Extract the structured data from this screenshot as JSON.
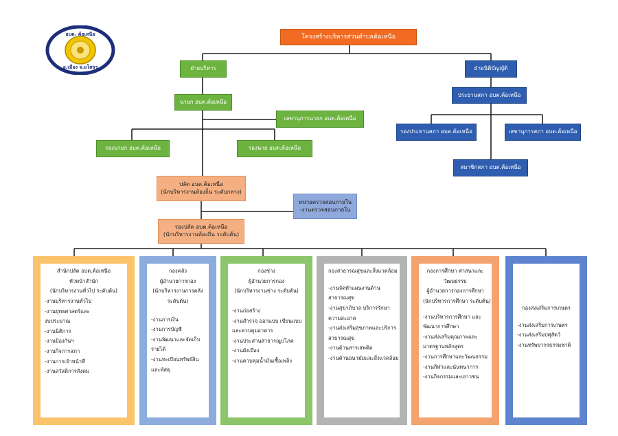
{
  "title": "โครงสร้างบริหารส่วนตำบลค้อเหนือ",
  "logo": {
    "top_text": "อบต. ค้อเหนือ",
    "bottom_text": "อ.เมือง จ.ยโสธร"
  },
  "exec": {
    "header": "ฝ่ายบริหาร",
    "mayor": "นายก อบต.ค้อเหนือ",
    "secretary": "เลขานุการนายก อบต.ค้อเหนือ",
    "deputy1": "รองนายก อบต.ค้อเหนือ",
    "deputy2": "รองนาย อบต.ค้อเหนือ"
  },
  "legislative": {
    "header": "ฝ่ายนิติบัญญัติ",
    "chair": "ประธานสภา อบต.ค้อเหนือ",
    "vice_chair": "รองประธานสภา อบต.ค้อเหนือ",
    "secretary": "เลขานุการสภา อบต.ค้อเหนือ",
    "members": "สมาชิกสภา อบต.ค้อเหนือ"
  },
  "palad": {
    "line1": "ปลัด อบต.ค้อเหนือ",
    "line2": "(นักบริหารงานท้องถิ่น ระดับกลาง)"
  },
  "audit": {
    "line1": "หน่วยตรวจสอบภายใน",
    "line2": "-งานตรวจสอบภายใน"
  },
  "deputy_palad": {
    "line1": "รองปลัด อบต.ค้อเหนือ",
    "line2": "(นักบริหารงานท้องถิ่น ระดับต้น)"
  },
  "departments": [
    {
      "color": "#fbc36b",
      "header": [
        "สำนักปลัด อบต.ค้อเหนือ",
        "หัวหน้าสำนัก",
        "(นักบริหารงานทั่วไป ระดับต้น)"
      ],
      "items": [
        "-งานบริหารงานทั่วไป",
        "-งานยุทธศาสตร์และ",
        "งบประมาณ",
        "-งานนิติการ",
        "-งานป้องกันฯ",
        "-งานกิจการสภา",
        "-งานการเจ้าหน้าที่",
        "-งานสวัสดิการสังคม"
      ]
    },
    {
      "color": "#8bacdc",
      "header": [
        "กองคลัง",
        "ผู้อำนวยการกอง",
        "(นักบริหารงานการคลัง",
        "ระดับต้น)"
      ],
      "items": [
        "-งานการเงิน",
        "-งานการบัญชี",
        "-งานพัฒนาและจัดเก็บ",
        "รายได้",
        "-งานทะเบียนทรัพย์สิน",
        "และพัสดุ"
      ]
    },
    {
      "color": "#8cc56a",
      "header": [
        "กองช่าง",
        "ผู้อำนวยการกอง",
        "(นักบริหารงานช่าง ระดับต้น)"
      ],
      "items": [
        "-งานก่อสร้าง",
        "-งานสำรวจ ออกแบบ เขียนแบบ",
        "และควบคุมอาคาร",
        "-งานประสานสาธารณูปโภค",
        "-งานผังเมือง",
        "-งานควบคุมน้ำมันเชื้อเพลิง"
      ]
    },
    {
      "color": "#b3b3b3",
      "header": [
        "กองสาธารณสุขและสิ่งแวดล้อม"
      ],
      "items": [
        "-งานจัดทำแผนงานด้าน",
        "สาธารณสุข",
        "-งานสุขาภิบาล บริการรักษา",
        "ความสะอาด",
        "-งานส่งเสริมสุขภาพและบริการ",
        "สาธารณสุข",
        "-งานด้านสารเสพติด",
        "-งานด้านอนามัยและสิ่งแวดล้อม"
      ]
    },
    {
      "color": "#f4a26e",
      "header": [
        "กองการศึกษา ศาสนาและ",
        "วัฒนธรรม",
        "ผู้อำนวยการกองการศึกษา",
        "(นักบริหารการศึกษา ระดับต้น)"
      ],
      "items": [
        "-งานบริหารการศึกษา และ",
        "พัฒนาการศึกษา",
        "-งานส่งเสริมคุณภาพและ",
        "มาตรฐานหลักสูตร",
        "-งานการศึกษาและวัฒนธรรม",
        "-งานกีฬาและนันทนาการ",
        "-งานกิจกรรมและเยาวชน"
      ]
    },
    {
      "color": "#5e84cf",
      "header": [
        "กองส่งเสริมการเกษตร"
      ],
      "items": [
        "-งานส่งเสริมการเกษตร",
        "-งานส่งเสริมปศุสัตว์",
        "-งานทรัพยากรธรรมชาติ"
      ]
    }
  ]
}
